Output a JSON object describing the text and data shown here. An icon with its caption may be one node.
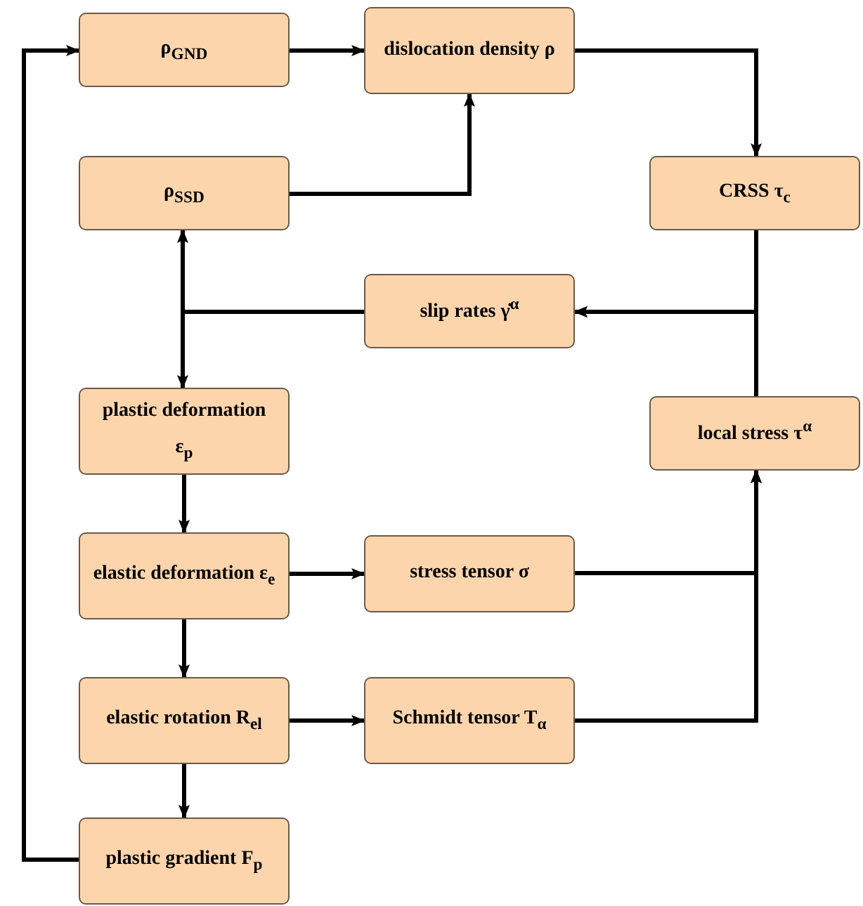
{
  "diagram": {
    "nodes": [
      {
        "text": [
          "ρ$_{GND}$"
        ]
      },
      {
        "text": [
          "dislocation density ρ"
        ]
      },
      {
        "text": [
          "ρ$_{SSD}$"
        ]
      },
      {
        "text": [
          "CRSS τ$_{c}$"
        ]
      },
      {
        "text": [
          "slip rates γ̇$^{α}$"
        ]
      },
      {
        "text": [
          "plastic deformation ε$_{p}$"
        ]
      },
      {
        "text": [
          "local stress τ$^{α}$"
        ]
      },
      {
        "text": [
          "elastic deformation ε$_{e}$"
        ]
      },
      {
        "text": [
          "stress tensor σ"
        ]
      },
      {
        "text": [
          "elastic rotation R$_{el}$"
        ]
      },
      {
        "text": [
          "Schmidt tensor T$_{α}$"
        ]
      },
      {
        "text": [
          "plastic gradient F$_{p}$"
        ]
      }
    ],
    "edges": [
      {
        "from": 0,
        "to": 1,
        "arrow": "to"
      },
      {
        "from": 2,
        "to": 1,
        "arrow": "to"
      },
      {
        "from": 1,
        "to": 3,
        "arrow": "to"
      },
      {
        "from": 3,
        "to": 4,
        "arrow": "to"
      },
      {
        "from": 6,
        "to": 4,
        "arrow": "to"
      },
      {
        "from": 4,
        "to": 2,
        "arrow": "to"
      },
      {
        "from": 4,
        "to": 5,
        "arrow": "to"
      },
      {
        "from": 5,
        "to": 7,
        "arrow": "to"
      },
      {
        "from": 7,
        "to": 8,
        "arrow": "to"
      },
      {
        "from": 7,
        "to": 9,
        "arrow": "to"
      },
      {
        "from": 9,
        "to": 10,
        "arrow": "to"
      },
      {
        "from": 9,
        "to": 11,
        "arrow": "to"
      },
      {
        "from": 11,
        "to": 0,
        "arrow": "to"
      },
      {
        "from": 8,
        "to": 6,
        "arrow": "to"
      },
      {
        "from": 10,
        "to": 6,
        "arrow": "to"
      }
    ]
  }
}
